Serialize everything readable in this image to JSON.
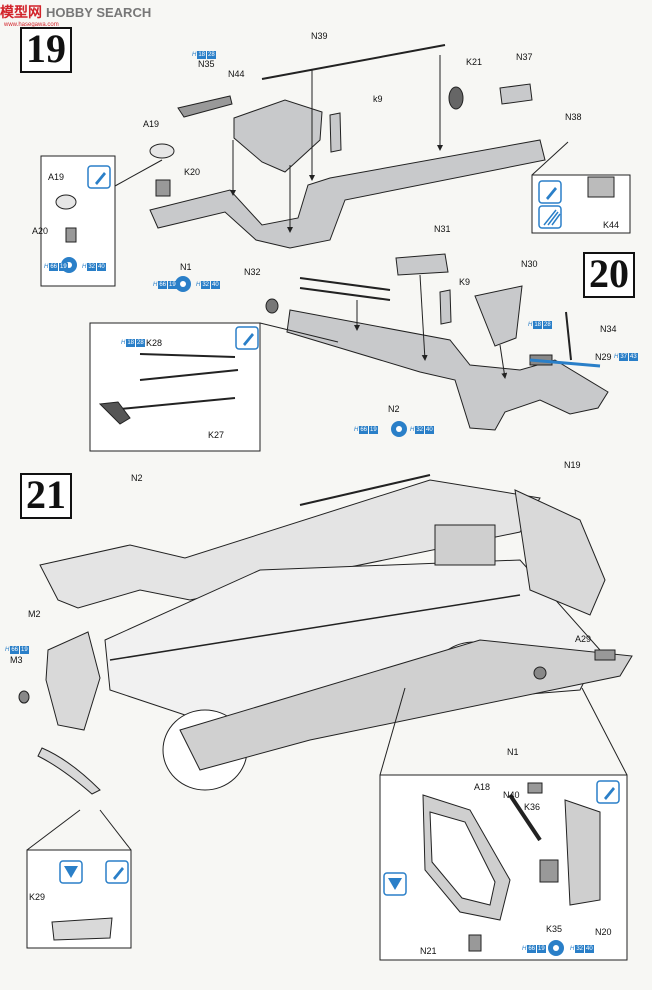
{
  "watermark": {
    "logo": "模型网",
    "title": "HOBBY SEARCH",
    "sub": "www.hasegawa.com"
  },
  "steps": [
    "19",
    "20",
    "21"
  ],
  "parts": {
    "N39": "N39",
    "N35": "N35",
    "N44": "N44",
    "K9a": "k9",
    "K21": "K21",
    "N37": "N37",
    "N38": "N38",
    "A19top": "A19",
    "K20": "K20",
    "A19": "A19",
    "A20": "A20",
    "N1a": "N1",
    "K44": "K44",
    "N31": "N31",
    "N32": "N32",
    "K9b": "K9",
    "N30": "N30",
    "N34": "N34",
    "N29": "N29",
    "K28": "K28",
    "K27": "K27",
    "N2a": "N2",
    "N2b": "N2",
    "N19": "N19",
    "M2": "M2",
    "M3": "M3",
    "A29": "A29",
    "N1b": "N1",
    "K29": "K29",
    "A18": "A18",
    "N40": "N40",
    "K36": "K36",
    "K35": "K35",
    "N20": "N20",
    "N21": "N21"
  },
  "paint_refs": {
    "h18_28": {
      "h": "H",
      "codes": [
        "18",
        "28"
      ]
    },
    "h66_19": {
      "h": "H",
      "codes": [
        "66",
        "19"
      ]
    },
    "h32_40": {
      "h": "H",
      "codes": [
        "32",
        "40"
      ]
    },
    "h37_43": {
      "h": "H",
      "codes": [
        "37",
        "43"
      ]
    }
  },
  "colors": {
    "accent": "#2a7fc8",
    "part_fill": "#c8c9cb",
    "line": "#222222",
    "watermark": "#d2232a"
  },
  "icons": [
    "glue-icon",
    "fine-brush-icon",
    "cut-icon"
  ]
}
